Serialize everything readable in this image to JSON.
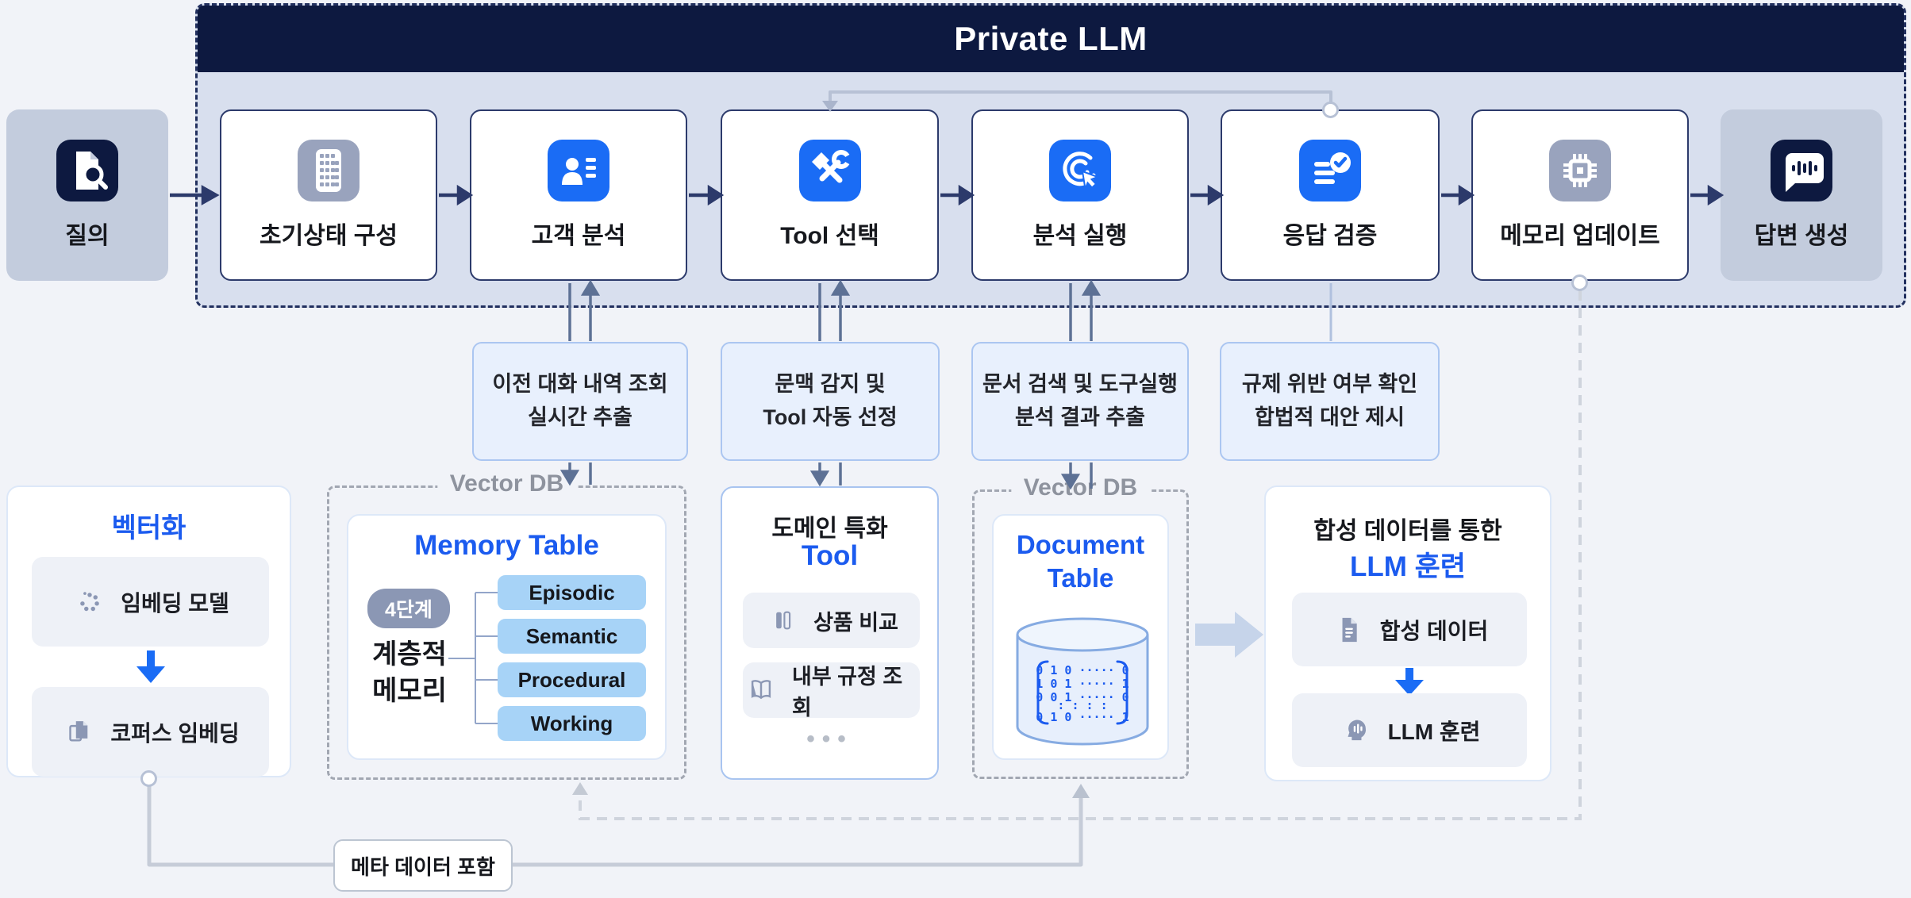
{
  "header": {
    "title": "Private LLM"
  },
  "flow": {
    "input": {
      "label": "질의",
      "icon": "document-search-icon"
    },
    "steps": [
      {
        "label": "초기상태 구성",
        "icon": "grid-icon"
      },
      {
        "label": "고객 분석",
        "icon": "customer-profile-icon"
      },
      {
        "label": "Tool 선택",
        "icon": "tools-icon"
      },
      {
        "label": "분석 실행",
        "icon": "target-cursor-icon"
      },
      {
        "label": "응답 검증",
        "icon": "document-check-icon"
      },
      {
        "label": "메모리 업데이트",
        "icon": "chip-icon"
      }
    ],
    "output": {
      "label": "답변 생성",
      "icon": "speech-wave-icon"
    }
  },
  "annotations": [
    {
      "line1": "이전 대화 내역 조회",
      "line2": "실시간 추출"
    },
    {
      "line1": "문맥 감지 및",
      "line2": "Tool 자동 선정"
    },
    {
      "line1": "문서 검색 및 도구실행",
      "line2": "분석 결과 추출"
    },
    {
      "line1": "규제 위반 여부 확인",
      "line2": "합법적 대안 제시"
    }
  ],
  "vectorize": {
    "title": "벡터화",
    "items": [
      {
        "label": "임베딩 모델",
        "icon": "embedding-dots-icon"
      },
      {
        "label": "코퍼스 임베딩",
        "icon": "documents-icon"
      }
    ]
  },
  "memory": {
    "db_label": "Vector DB",
    "title": "Memory Table",
    "badge": "4단계",
    "hier_line1": "계층적",
    "hier_line2": "메모리",
    "items": [
      "Episodic",
      "Semantic",
      "Procedural",
      "Working"
    ]
  },
  "tools": {
    "title_line1": "도메인 특화",
    "title_line2": "Tool",
    "items": [
      {
        "label": "상품 비교",
        "icon": "compare-columns-icon"
      },
      {
        "label": "내부 규정 조회",
        "icon": "book-icon"
      }
    ],
    "more": "•••"
  },
  "documentdb": {
    "db_label": "Vector DB",
    "title_line1": "Document",
    "title_line2": "Table",
    "matrix_rows": [
      "0 1 0 ····· 0",
      "1 0 1 ····· 1",
      "0 0 1 ····· 0",
      ":  :  :       :",
      "0 1 0 ····· 1"
    ]
  },
  "training": {
    "title_line1": "합성 데이터를 통한",
    "title_line2": "LLM 훈련",
    "items": [
      {
        "label": "합성 데이터",
        "icon": "document-lines-icon"
      },
      {
        "label": "LLM 훈련",
        "icon": "head-voice-icon"
      }
    ]
  },
  "metadata": {
    "label": "메타 데이터 포함"
  },
  "colors": {
    "accent_blue": "#1a6cf5",
    "navy": "#0d1940",
    "container_fill": "#d8dfee",
    "memory_item_fill": "#a7d3f7",
    "annotation_fill": "#e8f0fd",
    "gray_icon": "#99a3bd"
  }
}
